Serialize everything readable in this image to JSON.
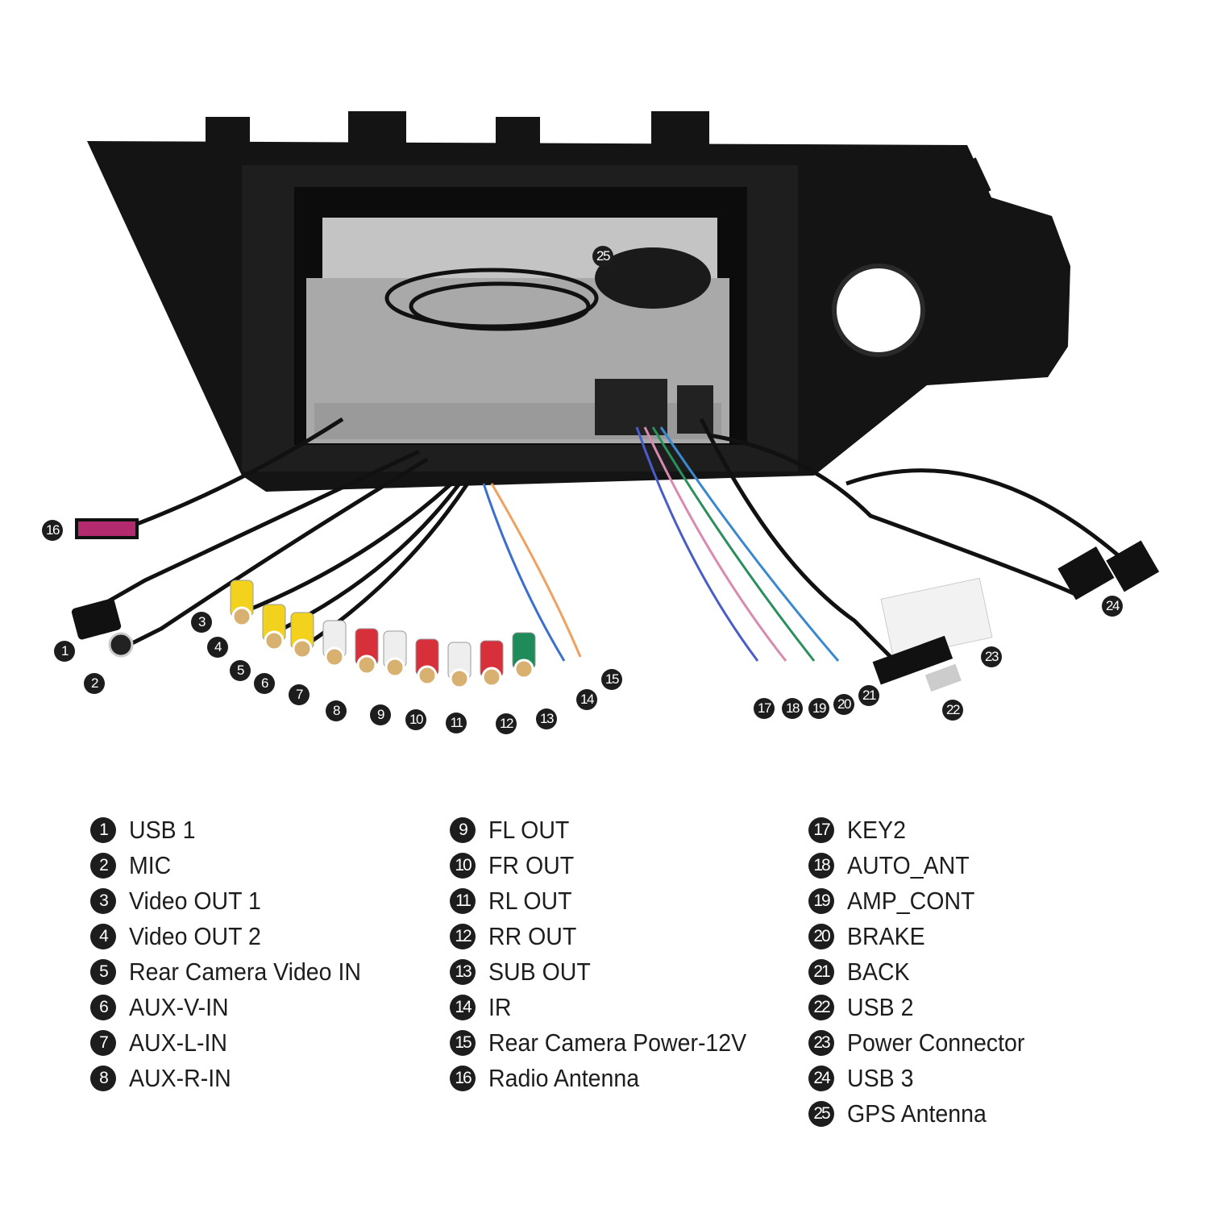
{
  "items": [
    {
      "num": "1",
      "label": "USB 1"
    },
    {
      "num": "2",
      "label": "MIC"
    },
    {
      "num": "3",
      "label": "Video OUT 1"
    },
    {
      "num": "4",
      "label": "Video OUT 2"
    },
    {
      "num": "5",
      "label": "Rear Camera Video IN"
    },
    {
      "num": "6",
      "label": "AUX-V-IN"
    },
    {
      "num": "7",
      "label": "AUX-L-IN"
    },
    {
      "num": "8",
      "label": "AUX-R-IN"
    },
    {
      "num": "9",
      "label": "FL OUT"
    },
    {
      "num": "10",
      "label": "FR OUT"
    },
    {
      "num": "11",
      "label": "RL OUT"
    },
    {
      "num": "12",
      "label": "RR OUT"
    },
    {
      "num": "13",
      "label": "SUB OUT"
    },
    {
      "num": "14",
      "label": "IR"
    },
    {
      "num": "15",
      "label": "Rear Camera Power-12V"
    },
    {
      "num": "16",
      "label": "Radio Antenna"
    },
    {
      "num": "17",
      "label": "KEY2"
    },
    {
      "num": "18",
      "label": "AUTO_ANT"
    },
    {
      "num": "19",
      "label": "AMP_CONT"
    },
    {
      "num": "20",
      "label": "BRAKE"
    },
    {
      "num": "21",
      "label": "BACK"
    },
    {
      "num": "22",
      "label": "USB 2"
    },
    {
      "num": "23",
      "label": "Power Connector"
    },
    {
      "num": "24",
      "label": "USB 3"
    },
    {
      "num": "25",
      "label": "GPS Antenna"
    }
  ],
  "colors": {
    "panel": "#141414",
    "chassis": "#b9b9b9",
    "callout": "#1d1d1d",
    "rca_yellow": "#f2d21c",
    "rca_red": "#d8303a",
    "rca_white": "#eeeeee",
    "rca_green": "#1f8a5a"
  }
}
